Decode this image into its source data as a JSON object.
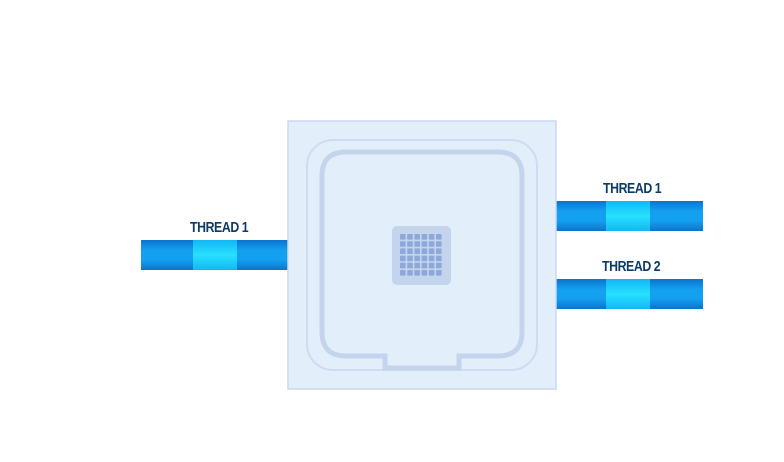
{
  "diagram": {
    "input_thread": {
      "label": "THREAD 1"
    },
    "output_threads": [
      {
        "label": "THREAD 1"
      },
      {
        "label": "THREAD 2"
      }
    ],
    "processor": {
      "icon": "cpu-chip-icon"
    },
    "colors": {
      "pipe_dark": "#0a7fd8",
      "pipe_mid": "#16a1f0",
      "pipe_highlight": "#1ed6ff",
      "chip_fill": "#e3eefb",
      "chip_border": "#c9d9f0",
      "chip_inner": "#c4d4ec",
      "grid_cell": "#8fa8db",
      "label_color": "#0d3b66"
    }
  }
}
